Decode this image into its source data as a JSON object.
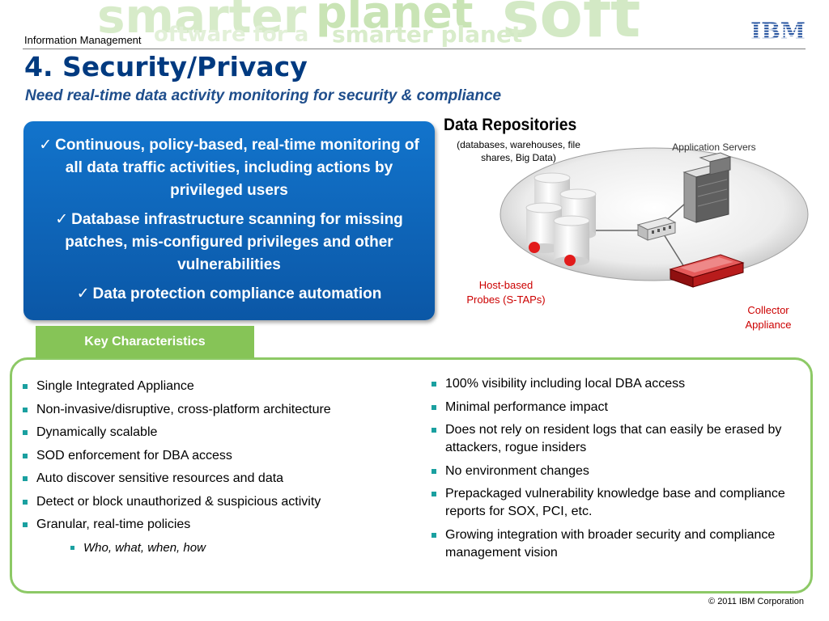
{
  "header": {
    "section": "Information Management",
    "logo_text": "IBM",
    "title": "4. Security/Privacy",
    "subtitle": "Need real-time data activity monitoring for security & compliance"
  },
  "watermark": {
    "words": [
      "smarter",
      "planet",
      "soft",
      "oftware for a",
      "smarter planet"
    ],
    "color": "#cfe6c0"
  },
  "highlights": {
    "check": "✓",
    "items": [
      "Continuous, policy-based, real-time monitoring of all data traffic activities, including actions by privileged users",
      "Database infrastructure scanning for missing patches, mis-configured privileges and other vulnerabilities",
      "Data protection compliance automation"
    ]
  },
  "diagram": {
    "repositories_title": "Data Repositories",
    "repositories_sub": "(databases, warehouses, file shares, Big Data)",
    "app_servers": "Application Servers",
    "host_probes": [
      "Host-based",
      "Probes (S-TAPs)"
    ],
    "collector": [
      "Collector",
      "Appliance"
    ]
  },
  "key": {
    "tab_label": "Key Characteristics",
    "left": [
      "Single Integrated Appliance",
      "Non-invasive/disruptive, cross-platform architecture",
      "Dynamically scalable",
      "SOD enforcement for DBA access",
      "Auto discover sensitive resources and data",
      "Detect or block unauthorized & suspicious activity",
      "Granular, real-time policies"
    ],
    "left_sub": "Who, what, when, how",
    "right": [
      "100% visibility including local DBA access",
      "Minimal performance impact",
      "Does not rely on resident logs that can easily be erased by attackers, rogue insiders",
      "No environment changes",
      "Prepackaged vulnerability knowledge base and compliance reports for SOX, PCI, etc.",
      "Growing integration with broader security and compliance management vision"
    ]
  },
  "footer": {
    "copyright": "© 2011 IBM Corporation"
  },
  "colors": {
    "title": "#003a80",
    "accent_green": "#86c457",
    "box_blue": "#0b57a6",
    "probe_red": "#cc0000"
  }
}
